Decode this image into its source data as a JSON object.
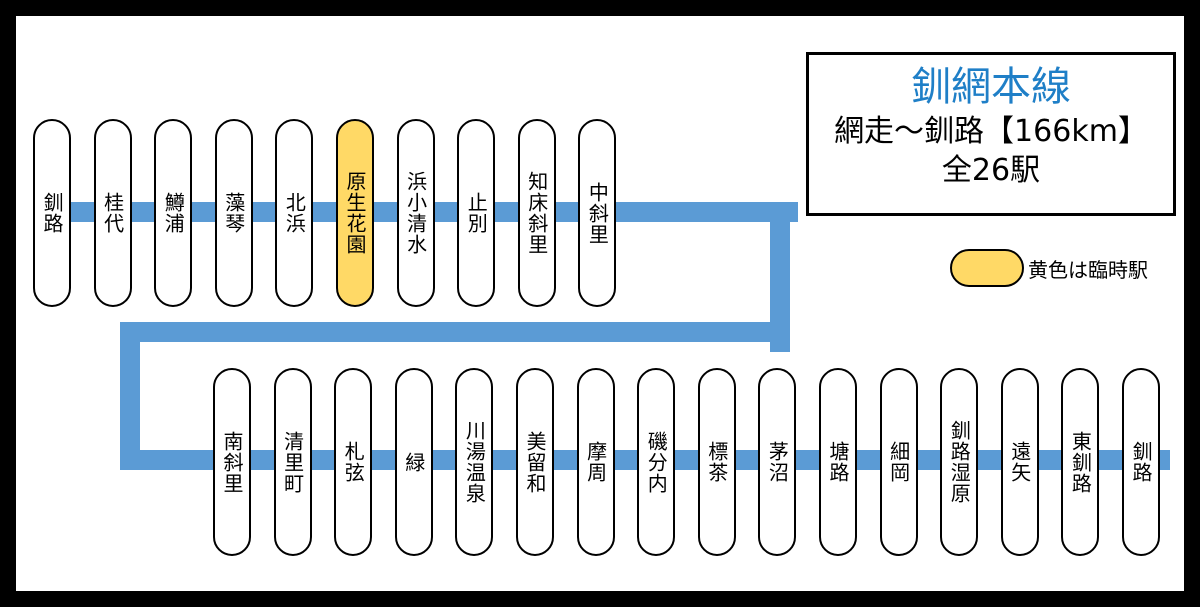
{
  "title": "釧網本線",
  "subtitle": "網走～釧路【166km】",
  "station_count": "全26駅",
  "legend": {
    "label": "黄色は臨時駅",
    "color": "#ffd966"
  },
  "line_color": "#5b9bd5",
  "top_row": [
    {
      "name": "釧路",
      "temporary": false
    },
    {
      "name": "桂代",
      "temporary": false
    },
    {
      "name": "鱒浦",
      "temporary": false
    },
    {
      "name": "藻琴",
      "temporary": false
    },
    {
      "name": "北浜",
      "temporary": false
    },
    {
      "name": "原生花園",
      "temporary": true
    },
    {
      "name": "浜小清水",
      "temporary": false
    },
    {
      "name": "止別",
      "temporary": false
    },
    {
      "name": "知床斜里",
      "temporary": false
    },
    {
      "name": "中斜里",
      "temporary": false
    }
  ],
  "bottom_row": [
    {
      "name": "南斜里",
      "temporary": false
    },
    {
      "name": "清里町",
      "temporary": false
    },
    {
      "name": "札弦",
      "temporary": false
    },
    {
      "name": "緑",
      "temporary": false
    },
    {
      "name": "川湯温泉",
      "temporary": false
    },
    {
      "name": "美留和",
      "temporary": false
    },
    {
      "name": "摩周",
      "temporary": false
    },
    {
      "name": "磯分内",
      "temporary": false
    },
    {
      "name": "標茶",
      "temporary": false
    },
    {
      "name": "茅沼",
      "temporary": false
    },
    {
      "name": "塘路",
      "temporary": false
    },
    {
      "name": "細岡",
      "temporary": false
    },
    {
      "name": "釧路湿原",
      "temporary": false
    },
    {
      "name": "遠矢",
      "temporary": false
    },
    {
      "name": "東釧路",
      "temporary": false
    },
    {
      "name": "釧路",
      "temporary": false
    }
  ]
}
